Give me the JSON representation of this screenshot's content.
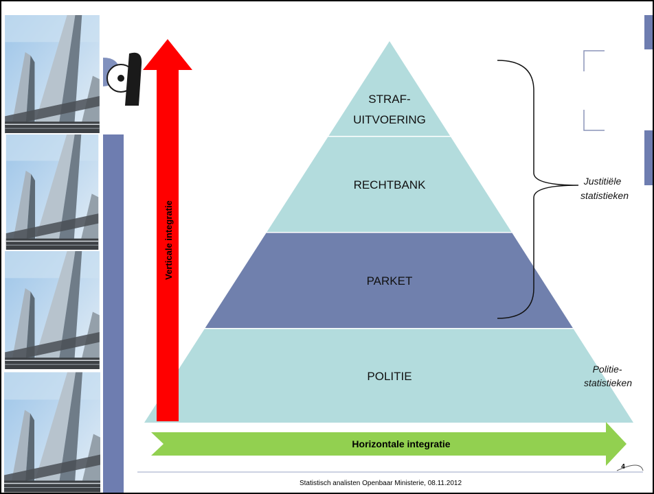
{
  "pyramid": {
    "levels": [
      {
        "line1": "STRAF-",
        "line2": "UITVOERING"
      },
      {
        "line1": "RECHTBANK",
        "line2": ""
      },
      {
        "line1": "PARKET",
        "line2": ""
      },
      {
        "line1": "POLITIE",
        "line2": ""
      }
    ]
  },
  "brackets": {
    "justitie": {
      "line1": "Justitiële",
      "line2": "statistieken"
    },
    "politie": {
      "line1": "Politie-",
      "line2": "statistieken"
    }
  },
  "arrows": {
    "vertical_label": "Verticale integratie",
    "horizontal_label": "Horizontale integratie"
  },
  "slide": {
    "page_number": "4",
    "footer": "Statistisch analisten Openbaar Ministerie, 08.11.2012"
  },
  "colors": {
    "pyramid_light": "#b3dcdd",
    "pyramid_dark": "#7080ad",
    "vertical_arrow": "#ff0000",
    "horizontal_arrow": "#92d050",
    "side_bar": "#6e7db0"
  },
  "icons": {
    "logo": "om-logo-icon"
  }
}
